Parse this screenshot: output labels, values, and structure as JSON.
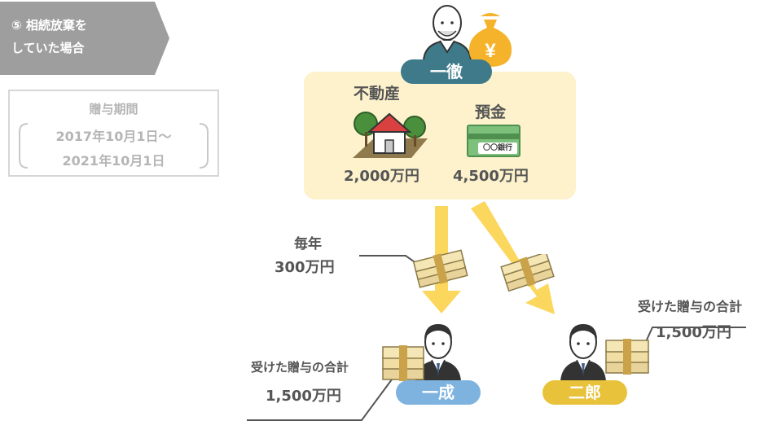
{
  "case_banner": {
    "line1": "⑤ 相続放棄を",
    "line2": "していた場合"
  },
  "gift_period": {
    "title": "贈与期間",
    "start": "2017年10月1日〜",
    "end": "2021年10月1日"
  },
  "decedent": {
    "name": "一徹"
  },
  "assets": {
    "real_estate": {
      "label": "不動産",
      "value": "2,000万円"
    },
    "deposit": {
      "label": "預金",
      "value": "4,500万円",
      "bank_text": "〇〇銀行"
    }
  },
  "annual_gift": {
    "line1": "毎年",
    "line2": "300万円"
  },
  "heirs": [
    {
      "name": "一成",
      "total_label": "受けた贈与の合計",
      "total_value": "1,500万円"
    },
    {
      "name": "二郎",
      "total_label": "受けた贈与の合計",
      "total_value": "1,500万円"
    }
  ],
  "colors": {
    "banner": "#9e9e9e",
    "decedent_badge": "#3e7a8a",
    "heir1_badge": "#7eb3e0",
    "heir2_badge": "#e8c23a",
    "assets_bg": "#fdf2cc",
    "arrow": "#fcd75e",
    "money_bag": "#f4b32b"
  },
  "icons": [
    "money-bag-icon",
    "house-icon",
    "bankbook-icon",
    "money-bundle-icon",
    "person-icon"
  ]
}
